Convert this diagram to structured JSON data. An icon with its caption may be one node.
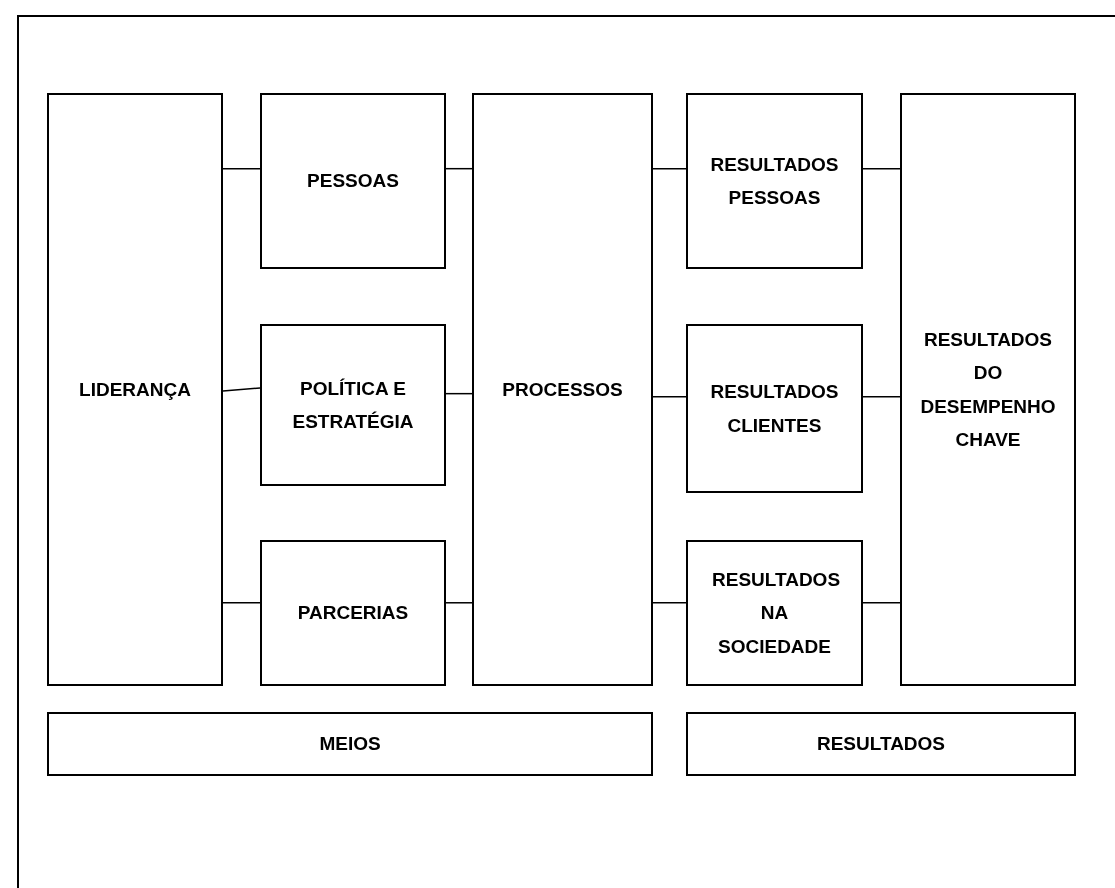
{
  "diagram": {
    "nodes": [
      {
        "text": [
          "LIDERANÇA"
        ]
      },
      {
        "text": [
          "PESSOAS"
        ]
      },
      {
        "text": [
          "POLÍTICA E ESTRATÉGIA"
        ]
      },
      {
        "text": [
          "PARCERIAS"
        ]
      },
      {
        "text": [
          "PROCESSOS"
        ]
      },
      {
        "text": [
          "RESULTADOS PESSOAS"
        ]
      },
      {
        "text": [
          "RESULTADOS CLIENTES"
        ]
      },
      {
        "text": [
          "RESULTADOS NA SOCIEDADE"
        ]
      },
      {
        "text": [
          "RESULTADOS DO DESEMPENHO CHAVE"
        ]
      },
      {
        "text": [
          "MEIOS"
        ]
      },
      {
        "text": [
          "RESULTADOS"
        ]
      }
    ],
    "edges": [
      {
        "from": 0,
        "to": 1,
        "arrow": "none"
      },
      {
        "from": 0,
        "to": 2,
        "arrow": "none"
      },
      {
        "from": 0,
        "to": 3,
        "arrow": "none"
      },
      {
        "from": 1,
        "to": 4,
        "arrow": "none"
      },
      {
        "from": 2,
        "to": 4,
        "arrow": "none"
      },
      {
        "from": 3,
        "to": 4,
        "arrow": "none"
      },
      {
        "from": 4,
        "to": 5,
        "arrow": "none"
      },
      {
        "from": 4,
        "to": 6,
        "arrow": "none"
      },
      {
        "from": 4,
        "to": 7,
        "arrow": "none"
      },
      {
        "from": 5,
        "to": 8,
        "arrow": "none"
      },
      {
        "from": 6,
        "to": 8,
        "arrow": "none"
      },
      {
        "from": 7,
        "to": 8,
        "arrow": "none"
      }
    ]
  }
}
